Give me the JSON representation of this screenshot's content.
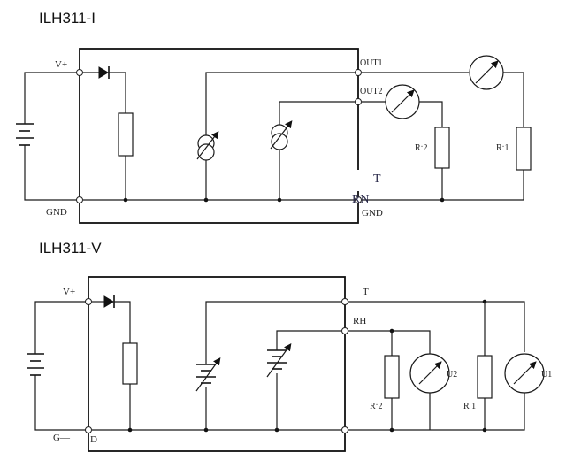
{
  "top": {
    "title": "ILH311-I",
    "labels": {
      "vplus": "V+",
      "gnd_left": "GND",
      "out1": "OUT1",
      "out2": "OUT2",
      "t": "T",
      "rn": "RN",
      "gnd_right": "GND",
      "r2": "Rˑ2",
      "r1": "Rˑ1"
    }
  },
  "bottom": {
    "title": "ILH311-V",
    "labels": {
      "vplus": "V+",
      "t": "T",
      "rh": "RH",
      "g": "G—",
      "d": "D",
      "r2": "Rˑ2",
      "r1": "R 1",
      "u2": "U2",
      "u1": "U1"
    }
  }
}
